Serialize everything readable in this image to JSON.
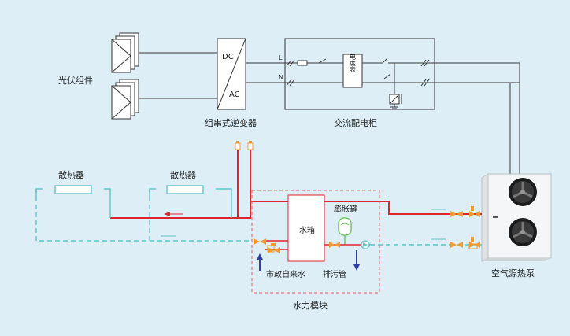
{
  "colors": {
    "background": "#ddeef7",
    "wire": "#3a3a3a",
    "hot_pipe": "#e0242b",
    "cold_pipe": "#5cc6c9",
    "water_in": "#2f3fa6",
    "module_border": "#e4635f",
    "valve": "#f29a2e",
    "tank_green": "#5fbf4a"
  },
  "labels": {
    "pv_modules": "光伏组件",
    "inverter": "组串式逆变器",
    "inverter_dc": "DC",
    "inverter_ac": "AC",
    "ac_cabinet": "交流配电柜",
    "meter": "电度表",
    "line_l": "L",
    "line_n": "N",
    "radiator_1": "散热器",
    "radiator_2": "散热器",
    "water_tank": "水箱",
    "expansion_tank": "膨胀罐",
    "municipal_water": "市政自来水",
    "drain_pipe": "排污管",
    "hydraulic_module": "水力模块",
    "heat_pump": "空气源热泵"
  },
  "icons": [
    "pv-panel-icon",
    "fan-icon",
    "valve-icon",
    "pump-icon",
    "filter-icon",
    "ground-icon",
    "breaker-icon"
  ]
}
